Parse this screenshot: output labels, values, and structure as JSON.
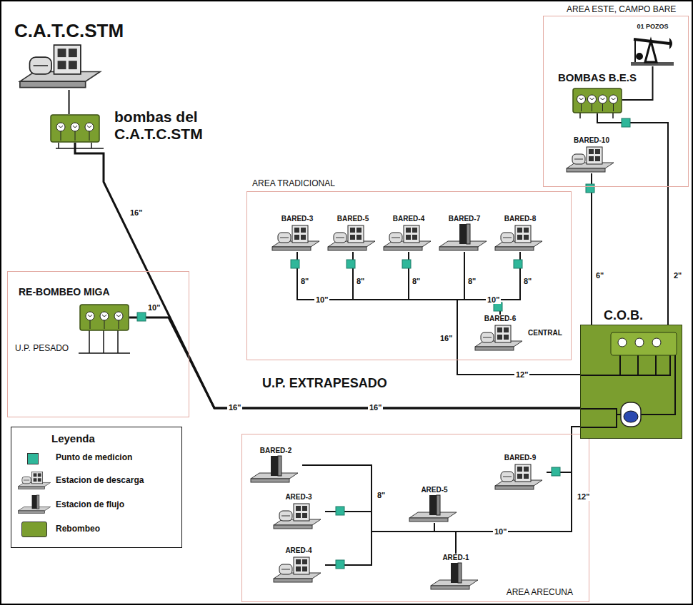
{
  "diagram": {
    "nodes": [
      {
        "text": [
          "C.A.T.C.STM"
        ]
      },
      {
        "text": [
          "bombas del C.A.T.C.STM"
        ]
      },
      {
        "text": [
          "AREA ESTE, CAMPO BARE"
        ]
      },
      {
        "text": [
          "01 POZOS"
        ],
        "in": 2
      },
      {
        "text": [
          "BOMBAS B.E.S"
        ],
        "in": 2
      },
      {
        "text": [
          "BARED-10"
        ],
        "in": 2
      },
      {
        "text": [
          "AREA TRADICIONAL"
        ]
      },
      {
        "text": [
          "BARED-3"
        ],
        "in": 6
      },
      {
        "text": [
          "BARED-5"
        ],
        "in": 6
      },
      {
        "text": [
          "BARED-4"
        ],
        "in": 6
      },
      {
        "text": [
          "BARED-7"
        ],
        "in": 6
      },
      {
        "text": [
          "BARED-8"
        ],
        "in": 6
      },
      {
        "text": [
          "BARED-6",
          "CENTRAL"
        ],
        "in": 6
      },
      {
        "text": [
          "U.P. PESADO"
        ]
      },
      {
        "text": [
          "RE-BOMBEO MIGA"
        ],
        "in": 13
      },
      {
        "text": [
          "C.O.B."
        ]
      },
      {
        "text": [
          "AREA ARECUNA"
        ]
      },
      {
        "text": [
          "BARED-2"
        ],
        "in": 16
      },
      {
        "text": [
          "ARED-3"
        ],
        "in": 16
      },
      {
        "text": [
          "ARED-5"
        ],
        "in": 16
      },
      {
        "text": [
          "ARED-4"
        ],
        "in": 16
      },
      {
        "text": [
          "ARED-1"
        ],
        "in": 16
      },
      {
        "text": [
          "BARED-9"
        ],
        "in": 16
      }
    ],
    "edges": [
      {
        "from": 0,
        "to": 1,
        "arrow": "none"
      },
      {
        "from": 1,
        "to": 15,
        "arrow": "none"
      },
      {
        "from": 3,
        "to": 4,
        "arrow": "none"
      },
      {
        "from": 4,
        "to": 15,
        "arrow": "none"
      },
      {
        "from": 5,
        "to": 15,
        "arrow": "none"
      },
      {
        "from": 7,
        "to": 15,
        "arrow": "none"
      },
      {
        "from": 8,
        "to": 15,
        "arrow": "none"
      },
      {
        "from": 9,
        "to": 15,
        "arrow": "none"
      },
      {
        "from": 10,
        "to": 15,
        "arrow": "none"
      },
      {
        "from": 11,
        "to": 15,
        "arrow": "none"
      },
      {
        "from": 12,
        "to": 15,
        "arrow": "none"
      },
      {
        "from": 14,
        "to": 15,
        "arrow": "none"
      },
      {
        "from": 17,
        "to": 15,
        "arrow": "none"
      },
      {
        "from": 18,
        "to": 15,
        "arrow": "none"
      },
      {
        "from": 20,
        "to": 15,
        "arrow": "none"
      },
      {
        "from": 19,
        "to": 15,
        "arrow": "none"
      },
      {
        "from": 21,
        "to": 15,
        "arrow": "none"
      },
      {
        "from": 22,
        "to": 15,
        "arrow": "none"
      }
    ],
    "labels": [
      "U.P. EXTRAPESADO",
      "16\"",
      "16\"",
      "16\"",
      "10\"",
      "10\"",
      "8\"",
      "8\"",
      "8\"",
      "8\"",
      "8\"",
      "10\"",
      "16\"",
      "12\"",
      "6\"",
      "2\"",
      "8\"",
      "10\"",
      "12\"",
      "Leyenda"
    ],
    "legend": [
      {
        "text": "Punto de medicion",
        "color": "#2fb79a"
      },
      {
        "text": "Estacion de descarga"
      },
      {
        "text": "Estacion de flujo"
      },
      {
        "text": "Rebombeo",
        "color": "#7b9e2f"
      }
    ]
  }
}
